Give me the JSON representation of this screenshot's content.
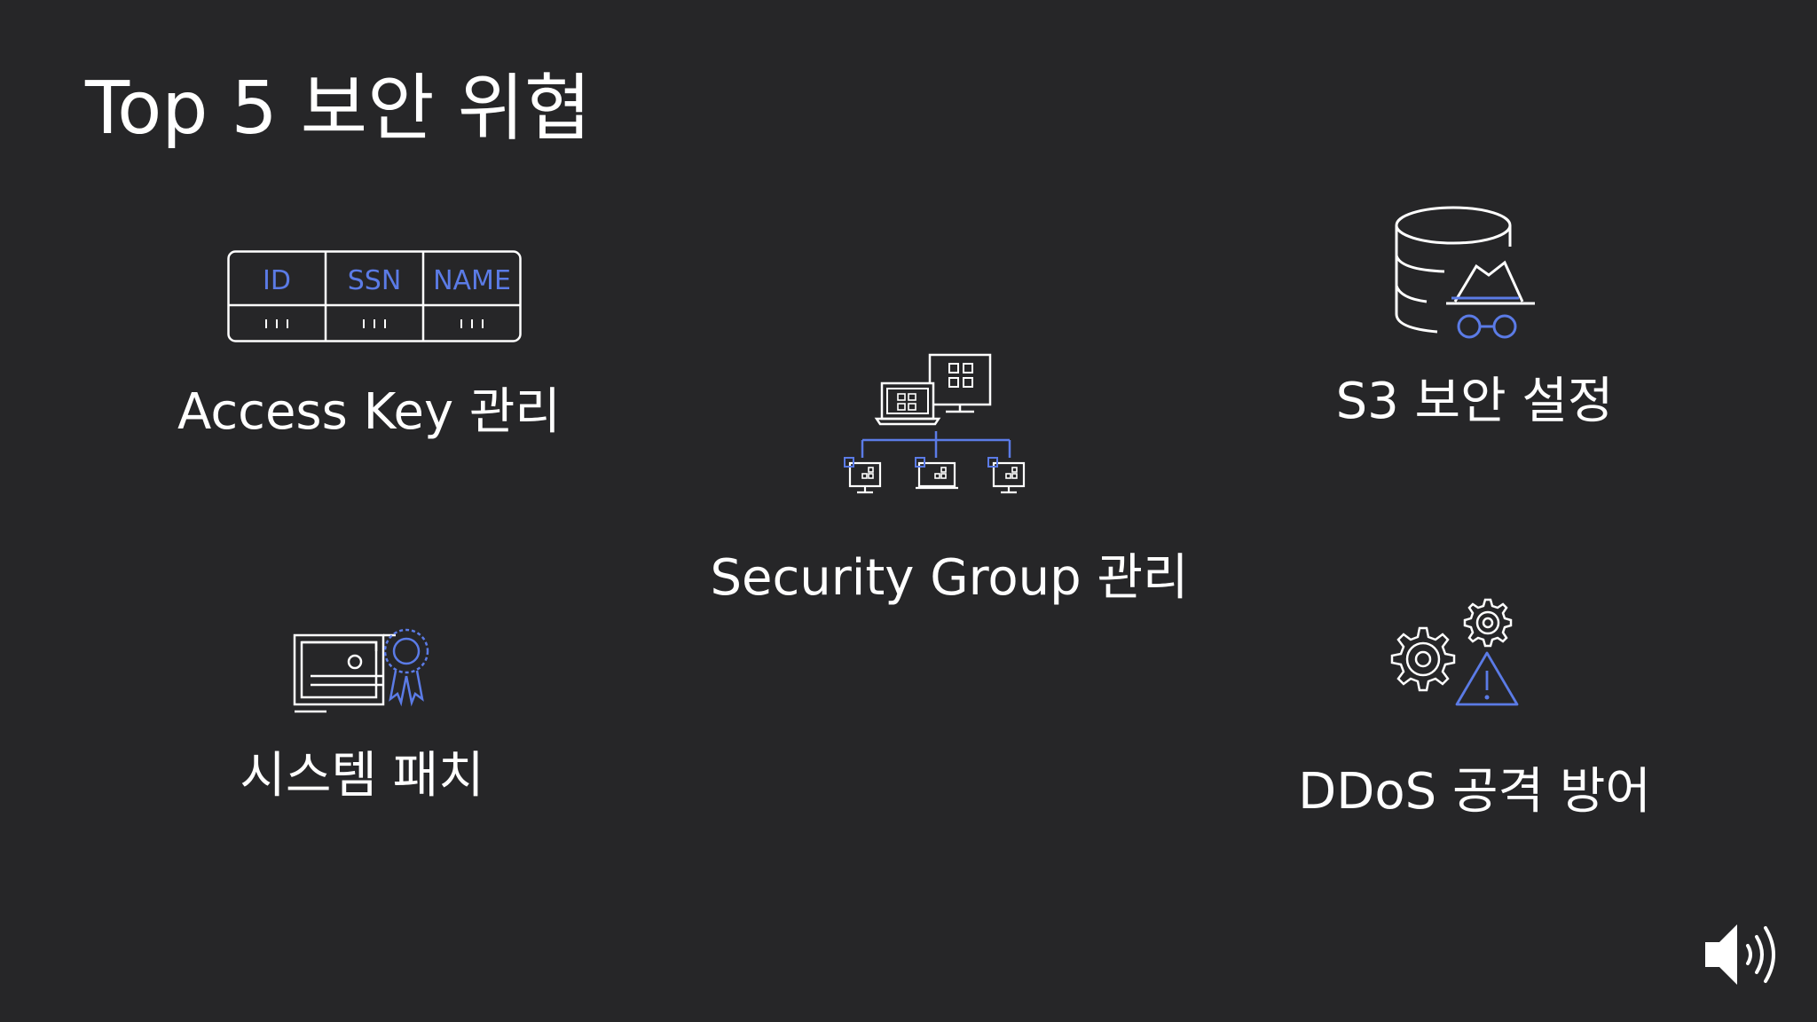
{
  "slide": {
    "title": "Top 5 보안 위협"
  },
  "items": {
    "access_key": {
      "label": "Access Key 관리",
      "icon": "data-table-icon",
      "table_headers": [
        "ID",
        "SSN",
        "NAME"
      ]
    },
    "security_group": {
      "label": "Security Group 관리",
      "icon": "network-computers-icon"
    },
    "s3": {
      "label": "S3 보안 설정",
      "icon": "database-spy-icon"
    },
    "system_patch": {
      "label": "시스템 패치",
      "icon": "certificate-icon"
    },
    "ddos": {
      "label": "DDoS 공격 방어",
      "icon": "gears-warning-icon"
    }
  },
  "controls": {
    "speaker_icon": "speaker-volume-icon"
  },
  "colors": {
    "background": "#262628",
    "text": "#ffffff",
    "accent": "#5b7be6"
  }
}
